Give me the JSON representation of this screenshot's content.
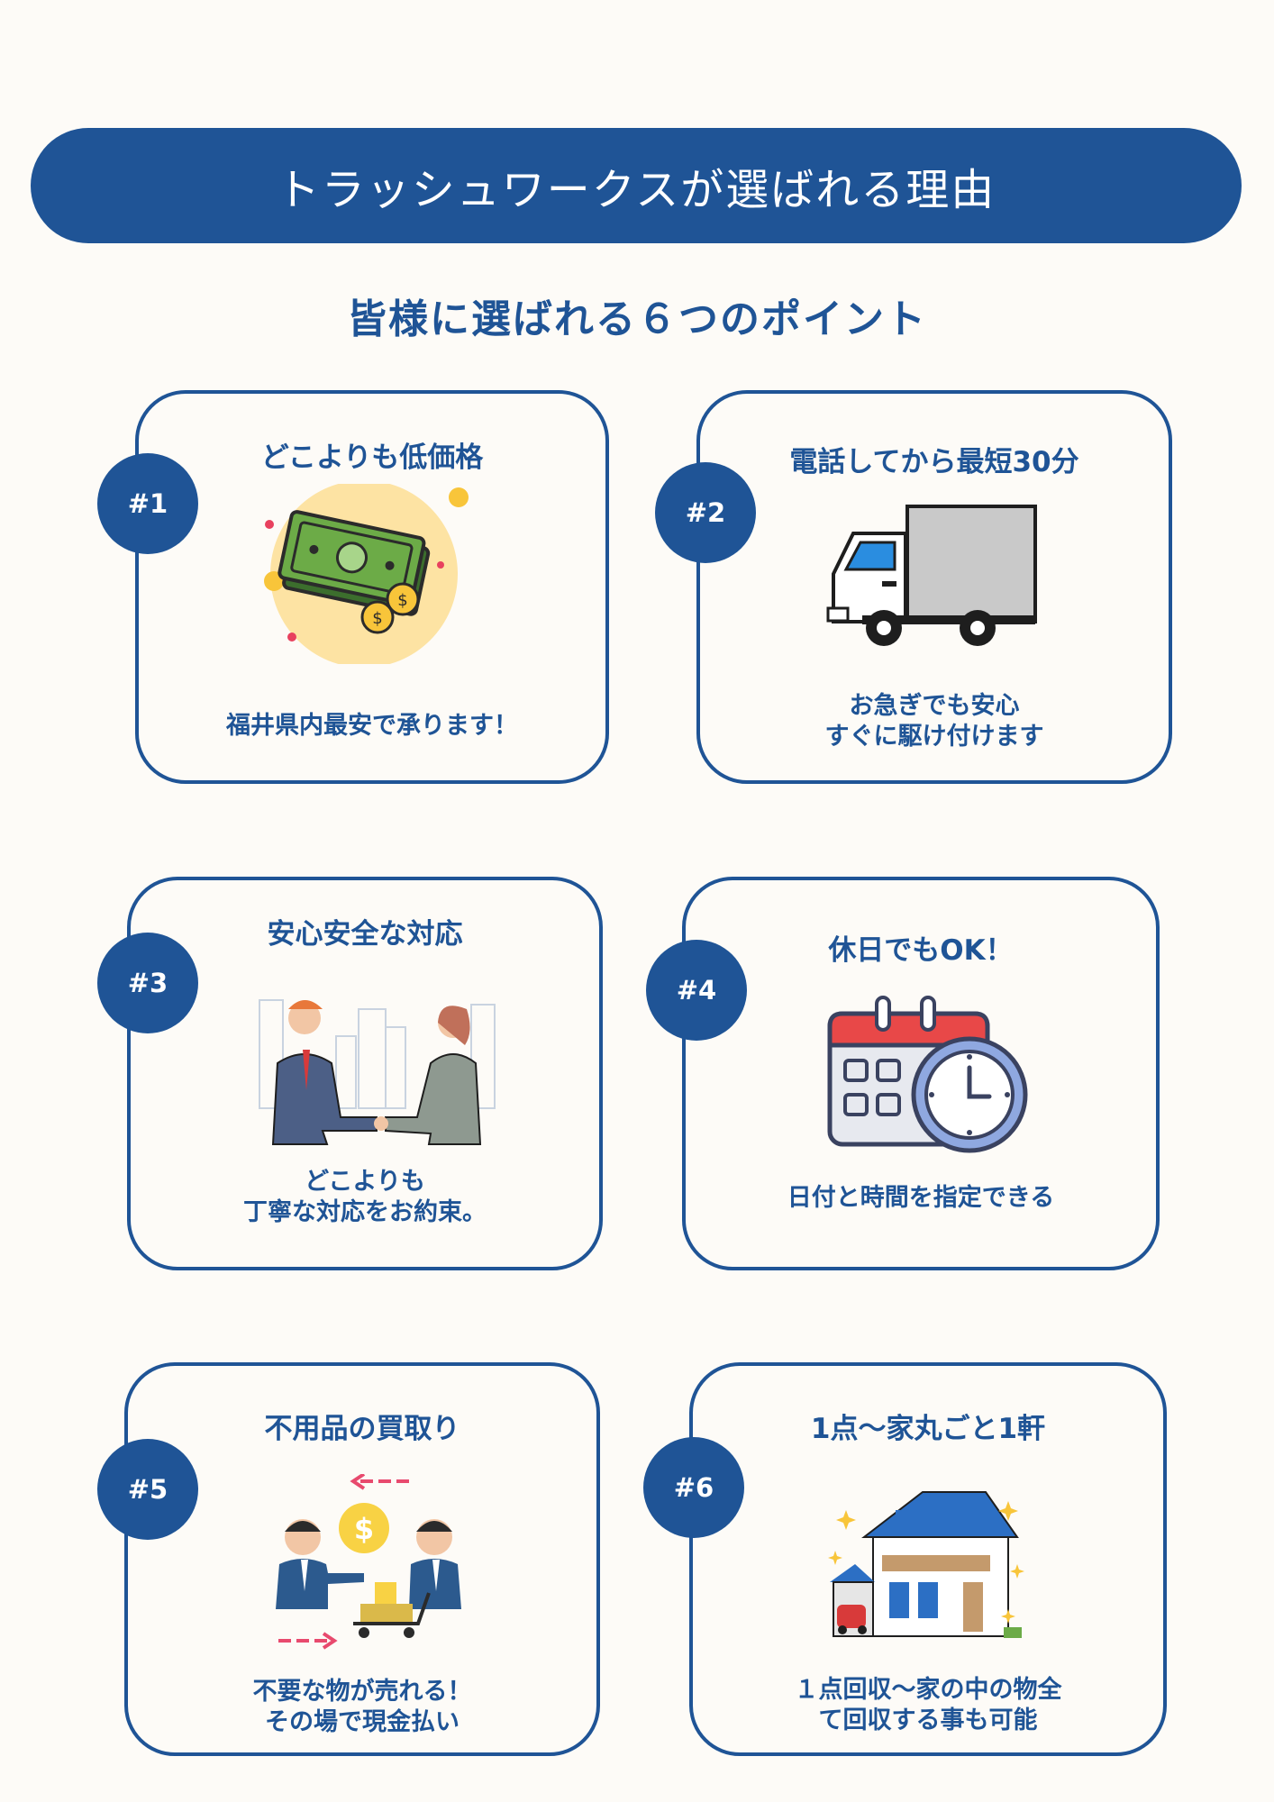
{
  "header": {
    "title": "トラッシュワークスが選ばれる理由"
  },
  "subtitle": "皆様に選ばれる６つのポイント",
  "points": [
    {
      "badge": "#1",
      "title": "どこよりも低価格",
      "desc": [
        "福井県内最安で承ります！"
      ],
      "icon": "money-icon"
    },
    {
      "badge": "#2",
      "title": "電話してから最短30分",
      "desc": [
        "お急ぎでも安心",
        "すぐに駆け付けます"
      ],
      "icon": "truck-icon"
    },
    {
      "badge": "#3",
      "title": "安心安全な対応",
      "desc": [
        "どこよりも",
        "丁寧な対応をお約束。"
      ],
      "icon": "handshake-icon"
    },
    {
      "badge": "#4",
      "title": "休日でもOK！",
      "desc": [
        "日付と時間を指定できる"
      ],
      "icon": "calendar-clock-icon"
    },
    {
      "badge": "#5",
      "title": "不用品の買取り",
      "desc": [
        "不要な物が売れる！",
        "その場で現金払い"
      ],
      "icon": "buyback-icon"
    },
    {
      "badge": "#6",
      "title": "1点〜家丸ごと1軒",
      "desc": [
        "１点回収〜家の中の物全",
        "て回収する事も可能"
      ],
      "icon": "house-icon"
    }
  ],
  "colors": {
    "primary": "#1f5496",
    "background": "#fdfbf7"
  }
}
